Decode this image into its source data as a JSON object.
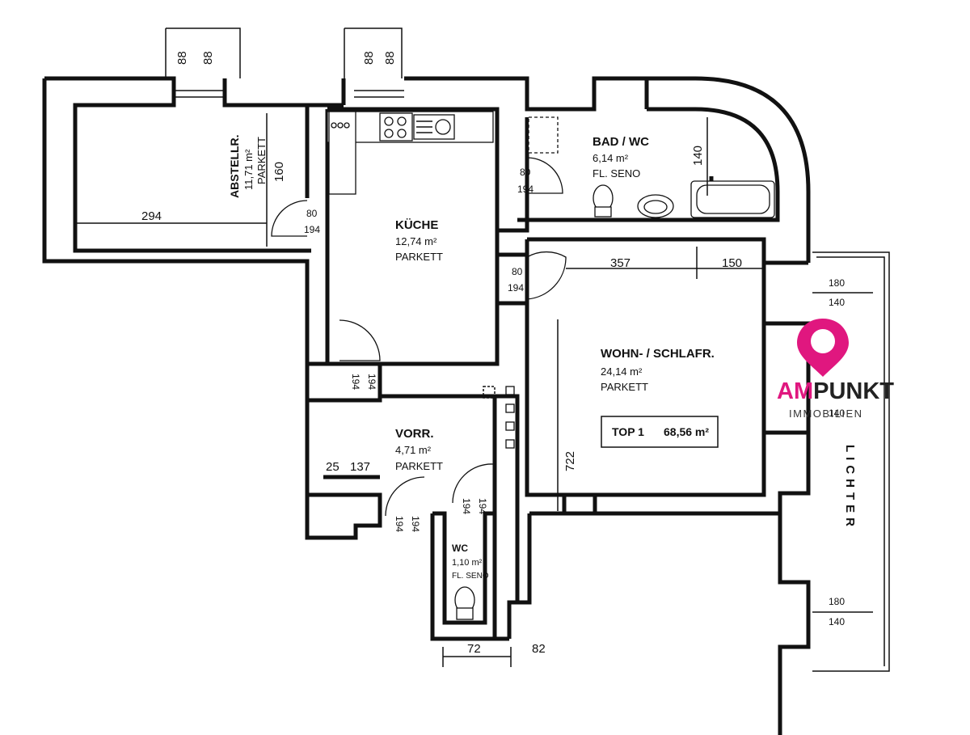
{
  "rooms": {
    "abstell": {
      "name": "ABSTELLR.",
      "area": "11,71 m²",
      "floor": "PARKETT"
    },
    "kueche": {
      "name": "KÜCHE",
      "area": "12,74 m²",
      "floor": "PARKETT"
    },
    "bad": {
      "name": "BAD / WC",
      "area": "6,14 m²",
      "floor": "FL. SENO"
    },
    "wohn": {
      "name": "WOHN- / SCHLAFR.",
      "area": "24,14 m²",
      "floor": "PARKETT"
    },
    "vorr": {
      "name": "VORR.",
      "area": "4,71 m²",
      "floor": "PARKETT"
    },
    "wc": {
      "name": "WC",
      "area": "1,10 m²",
      "floor": "FL. SENO"
    }
  },
  "unit": {
    "label": "TOP 1",
    "area": "68,56 m²"
  },
  "dimensions": {
    "win_top1_a": "88",
    "win_top1_b": "88",
    "win_top2_a": "88",
    "win_top2_b": "88",
    "abstell_width": "294",
    "abstell_depth": "160",
    "door_abstell_w": "80",
    "door_abstell_h": "194",
    "door_bad_w": "80",
    "door_bad_h": "194",
    "bad_depth": "140",
    "door_wohn_w": "80",
    "door_wohn_h": "194",
    "wohn_width_a": "357",
    "wohn_width_b": "150",
    "wohn_depth": "722",
    "win_right1_a": "180",
    "win_right1_b": "140",
    "win_right2_a": "180",
    "win_right2_b": "140",
    "door_kueche_a": "194",
    "door_kueche_b": "194",
    "vorr_a": "25",
    "vorr_b": "137",
    "door_vorr_a": "194",
    "door_vorr_b": "194",
    "door_wc_a": "194",
    "door_wc_b": "194",
    "wc_width": "72",
    "wall_width": "82",
    "obscured_140": "140"
  },
  "street_label": "LICHTER",
  "logo": {
    "brand_am": "AM",
    "brand_rest": "PUNKT",
    "sub": "IMMOBILIEN",
    "color": "#e0177f"
  }
}
